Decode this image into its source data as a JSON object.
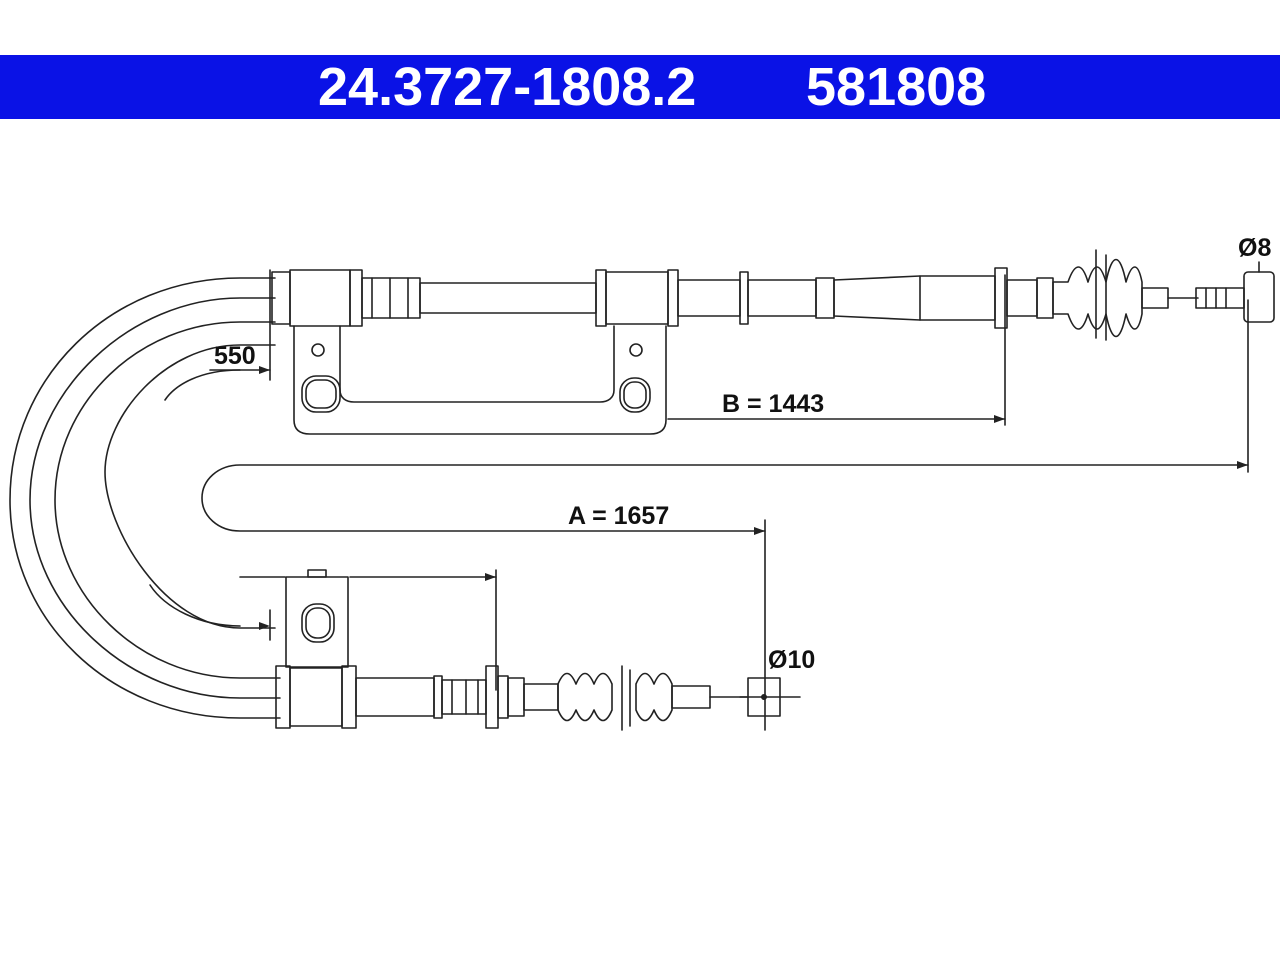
{
  "header": {
    "part_number": "24.3727-1808.2",
    "alt_number": "581808"
  },
  "dimensions": {
    "length_a": "A = 1657",
    "length_b": "B = 1443",
    "offset": "550",
    "diameter_top": "Ø8",
    "diameter_bottom": "Ø10"
  },
  "colors": {
    "header_bg": "#0a12e6",
    "header_text": "#ffffff",
    "line": "#222222"
  }
}
